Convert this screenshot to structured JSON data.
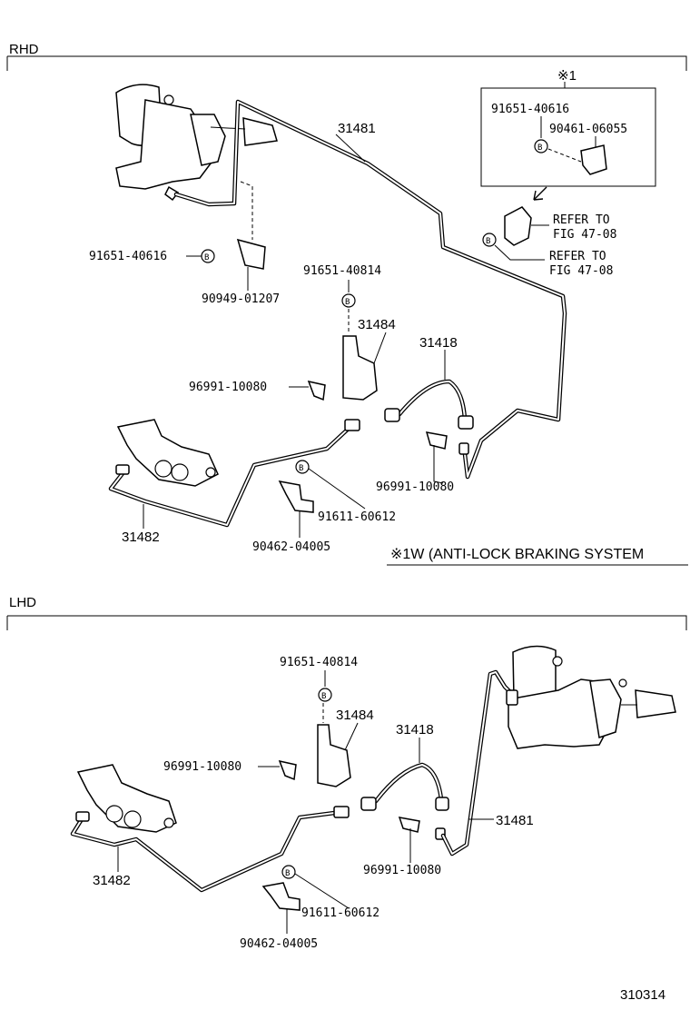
{
  "sections": {
    "rhd": "RHD",
    "lhd": "LHD"
  },
  "rhd": {
    "p31481": "31481",
    "p31482": "31482",
    "p31484": "31484",
    "p31418": "31418",
    "bolt_91651_40616": "91651-40616",
    "clamp_90949_01207": "90949-01207",
    "bolt_91651_40814": "91651-40814",
    "clip_96991_10080_a": "96991-10080",
    "clip_96991_10080_b": "96991-10080",
    "bolt_91611_60612": "91611-60612",
    "clip_90462_04005": "90462-04005",
    "inset": {
      "title": "※1",
      "bolt": "91651-40616",
      "clamp": "90461-06055"
    },
    "refer_1a": "REFER TO",
    "refer_1b": "FIG 47-08",
    "refer_2a": "REFER TO",
    "refer_2b": "FIG 47-08",
    "footnote": "※1W (ANTI-LOCK BRAKING SYSTEM"
  },
  "lhd": {
    "bolt_91651_40814": "91651-40814",
    "p31484": "31484",
    "p31418": "31418",
    "clip_96991_10080_a": "96991-10080",
    "clip_96991_10080_b": "96991-10080",
    "p31481": "31481",
    "p31482": "31482",
    "bolt_91611_60612": "91611-60612",
    "clip_90462_04005": "90462-04005"
  },
  "bolt_symbol": "B",
  "figure_number": "310314"
}
